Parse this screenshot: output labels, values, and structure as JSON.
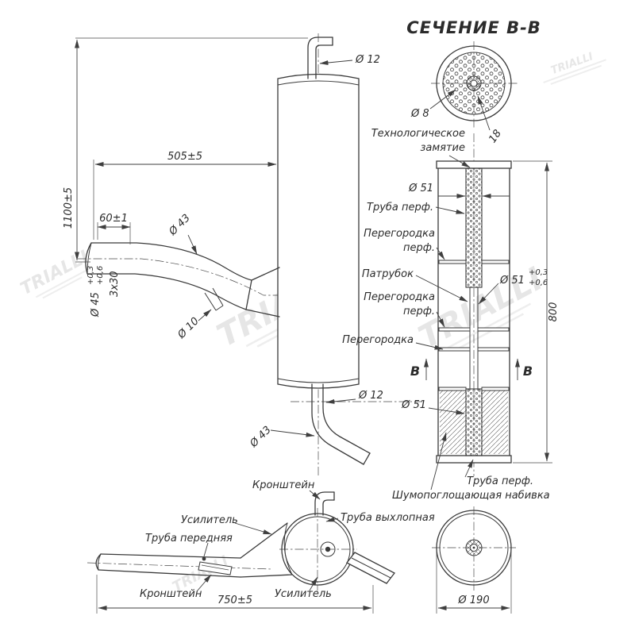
{
  "watermark": {
    "brand": "TRIALLI"
  },
  "section_bb": {
    "title": "СЕЧЕНИЕ В-В",
    "dim_hole": "Ø 8",
    "dim_count": "18"
  },
  "main_view": {
    "dim_top_pipe": "Ø 12",
    "dim_body_offset": "505±5",
    "dim_overall": "1100±5",
    "dim_inlet_straight": "60±1",
    "dim_inlet_dia": "Ø 43",
    "dim_inlet_end_dia": "Ø 45",
    "tol_plus_03": "+0,3",
    "tol_plus_06": "+0,6",
    "dim_slots": "3х30",
    "dim_drain_dia": "Ø 10",
    "dim_outlet_hook_dia": "Ø 12",
    "dim_outlet_dia": "Ø 43"
  },
  "long_section": {
    "label_dent_line1": "Технологическое",
    "label_dent_line2": "замятие",
    "dim_pipe_top": "Ø 51",
    "label_pipe_perf_top": "Труба перф.",
    "label_partition_perf1_line1": "Перегородка",
    "label_partition_perf1_line2": "перф.",
    "label_patrubok": "Патрубок",
    "dim_patrubok": "Ø 51",
    "tol_plus_03": "+0,3",
    "tol_plus_06": "+0,6",
    "label_partition_perf2_line1": "Перегородка",
    "label_partition_perf2_line2": "перф.",
    "label_partition": "Перегородка",
    "mark_b_left": "В",
    "mark_b_right": "В",
    "dim_pipe_bottom": "Ø 51",
    "dim_length": "800",
    "label_pipe_perf_bottom": "Труба перф.",
    "label_padding": "Шумопоглощающая набивка"
  },
  "assembly": {
    "label_bracket_top": "Кронштейн",
    "label_exhaust_pipe": "Труба выхлопная",
    "label_reinforcement_top": "Усилитель",
    "label_front_pipe": "Труба передняя",
    "label_bracket_bottom": "Кронштейн",
    "label_reinforcement_bottom": "Усилитель",
    "dim_overall": "750±5"
  },
  "end_view": {
    "dim_diameter": "Ø 190"
  }
}
